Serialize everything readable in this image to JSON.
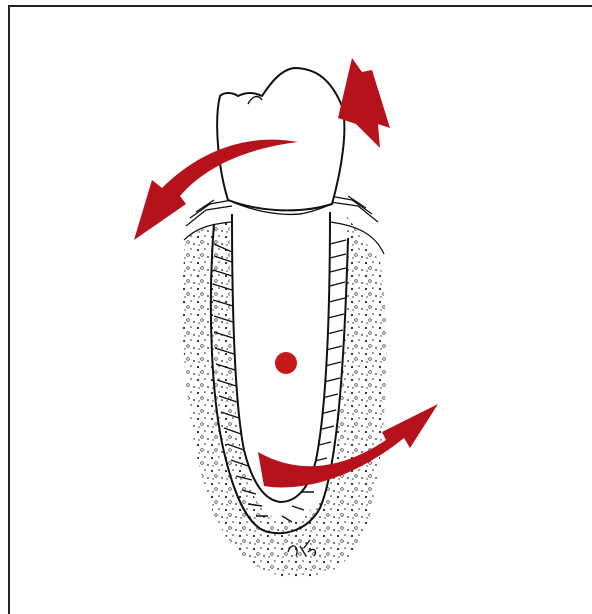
{
  "figure": {
    "subject": "tooth-in-socket-rotation-diagram",
    "colors": {
      "arrow": "#b5121b",
      "center_dot": "#c41a1a",
      "line": "#111111",
      "background": "#ffffff"
    },
    "elements": [
      "tooth-crown",
      "tooth-root",
      "periodontal-ligament-fibers",
      "alveolar-bone",
      "center-of-rotation-dot",
      "crown-tipping-arrow",
      "root-apex-arrow",
      "crown-up-arrow",
      "artist-signature"
    ]
  }
}
